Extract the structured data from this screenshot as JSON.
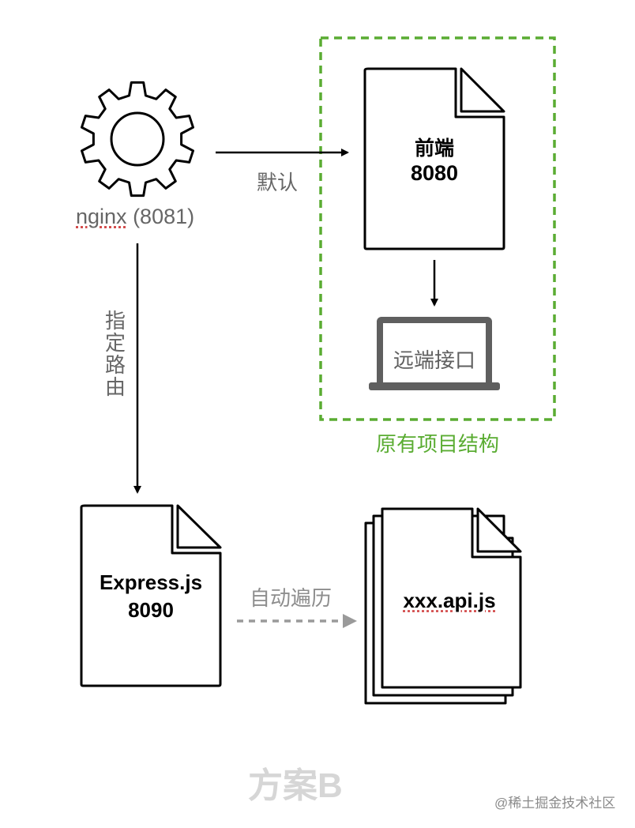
{
  "nodes": {
    "nginx": {
      "label_name": "nginx",
      "label_port": "(8081)",
      "icon": "gear-icon"
    },
    "frontend": {
      "title": "前端",
      "port": "8080",
      "icon": "document-icon"
    },
    "remote_api": {
      "label": "远端接口",
      "icon": "laptop-icon"
    },
    "express": {
      "title": "Express.js",
      "port": "8090",
      "icon": "document-icon"
    },
    "api_files": {
      "label": "xxx.api.js",
      "icon": "document-stack-icon"
    }
  },
  "edges": {
    "default": {
      "label": "默认",
      "from": "nginx",
      "to": "frontend"
    },
    "route": {
      "label": "指定路由",
      "from": "nginx",
      "to": "express"
    },
    "frontend_to_api": {
      "label": "",
      "from": "frontend",
      "to": "remote_api"
    },
    "traverse": {
      "label": "自动遍历",
      "from": "express",
      "to": "api_files",
      "style": "dashed"
    }
  },
  "group": {
    "label": "原有项目结构",
    "color": "#5aac32"
  },
  "footer": {
    "title": "方案B",
    "watermark": "@稀土掘金技术社区"
  },
  "colors": {
    "stroke": "#000000",
    "label_gray": "#666666",
    "laptop": "#5f5f5f",
    "dashed_arrow": "#9a9a9a",
    "title_gray": "#d6d6d6"
  }
}
